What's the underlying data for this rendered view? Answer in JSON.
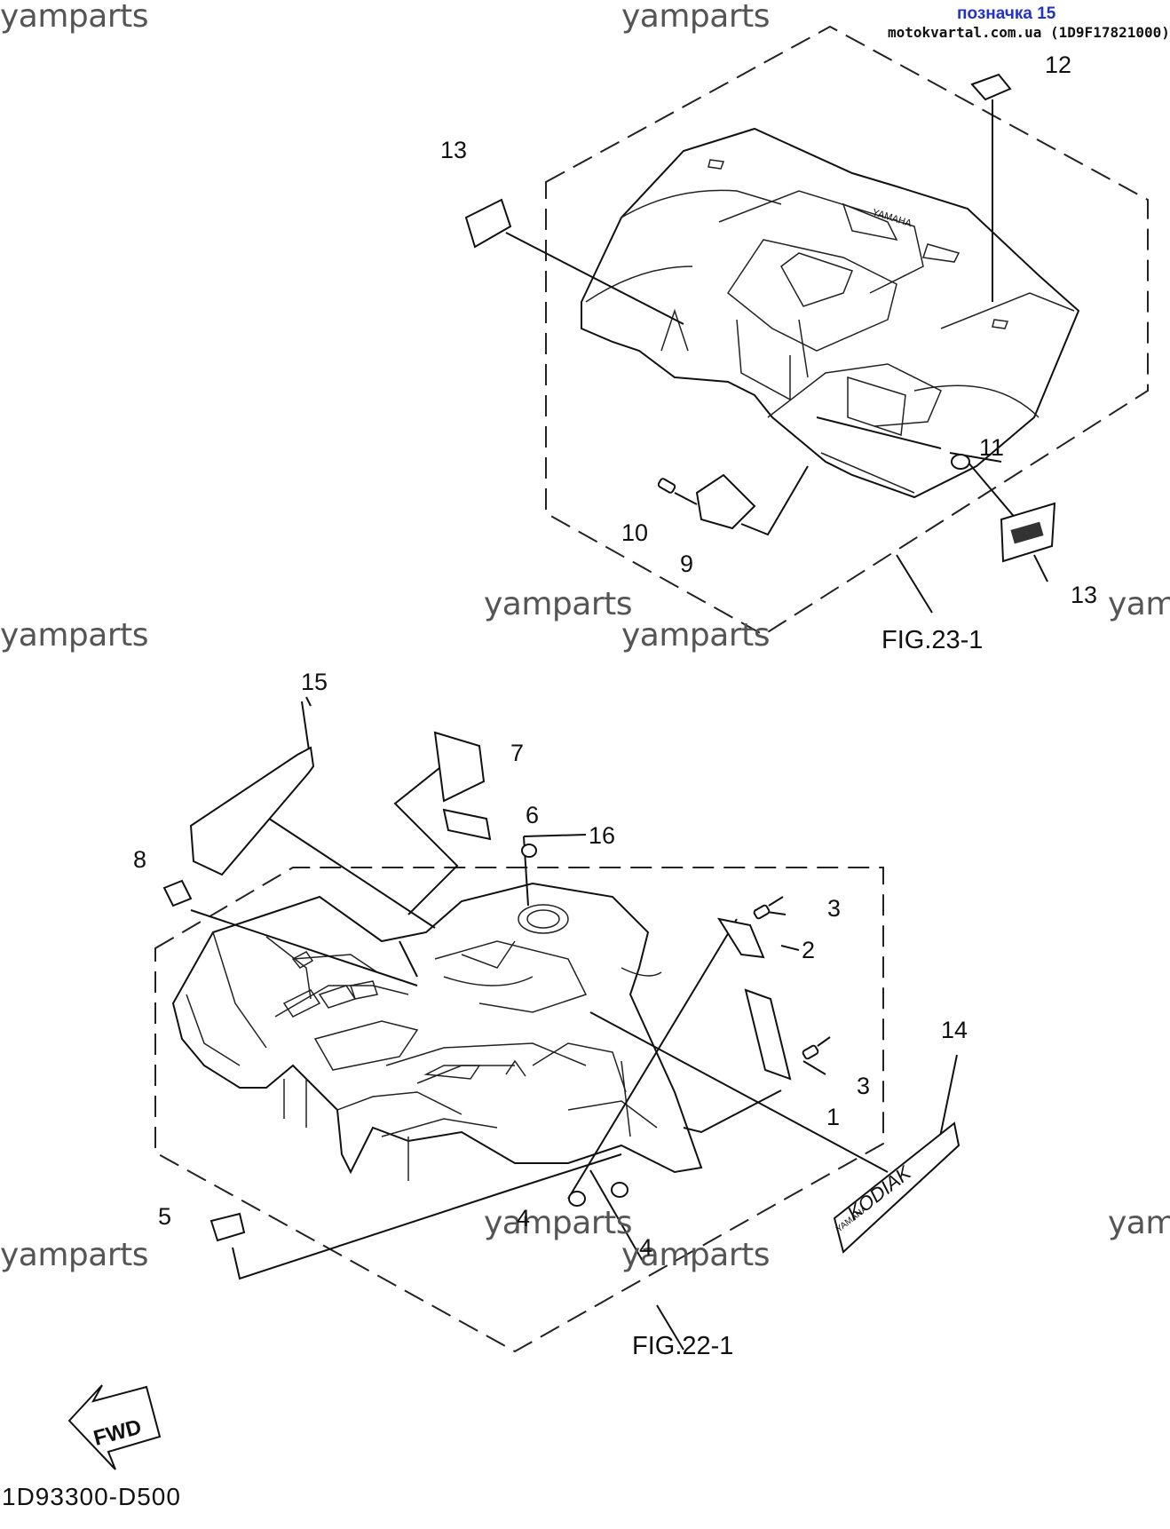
{
  "badge": {
    "label": "позначка 15",
    "site": "motokvartal.com.ua (1D9F17821000)"
  },
  "watermark": {
    "text": "yamparts",
    "partial": "yam"
  },
  "figures": {
    "rear": "FIG.23-1",
    "front": "FIG.22-1"
  },
  "callouts": {
    "c1": "1",
    "c2": "2",
    "c3a": "3",
    "c3b": "3",
    "c4a": "4",
    "c4b": "4",
    "c5": "5",
    "c6": "6",
    "c7": "7",
    "c8": "8",
    "c9": "9",
    "c10": "10",
    "c11": "11",
    "c12": "12",
    "c13a": "13",
    "c13b": "13",
    "c14": "14",
    "c15": "15",
    "c16": "16"
  },
  "emblem": {
    "fwd": "FWD"
  },
  "decals": {
    "rear_brand": "YAMAHA",
    "side_model": "KODIAK",
    "side_brand": "YAMAHA"
  },
  "footer": {
    "code": "1D93300-D500"
  },
  "colors": {
    "badge_blue": "#2233cc",
    "ink": "#111111",
    "watermark_gray": "#555555"
  }
}
